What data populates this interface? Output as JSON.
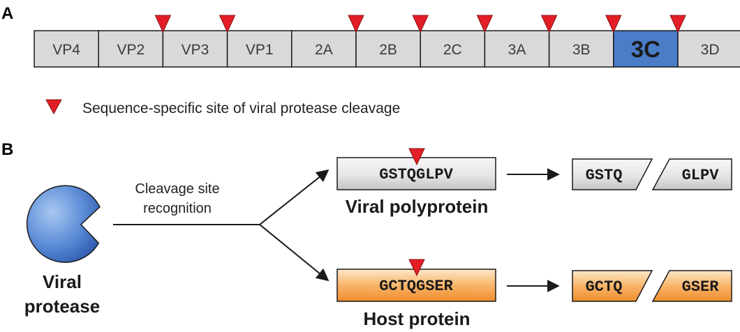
{
  "panel_a": {
    "letter": "A",
    "segments": [
      {
        "label": "VP4",
        "highlight": false
      },
      {
        "label": "VP2",
        "highlight": false
      },
      {
        "label": "VP3",
        "highlight": false
      },
      {
        "label": "VP1",
        "highlight": false
      },
      {
        "label": "2A",
        "highlight": false
      },
      {
        "label": "2B",
        "highlight": false
      },
      {
        "label": "2C",
        "highlight": false
      },
      {
        "label": "3A",
        "highlight": false
      },
      {
        "label": "3B",
        "highlight": false
      },
      {
        "label": "3C",
        "highlight": true
      },
      {
        "label": "3D",
        "highlight": false
      }
    ],
    "cleavage_after_segments": [
      "VP2",
      "VP3",
      "2A",
      "2B",
      "2C",
      "3A",
      "3B",
      "3C"
    ],
    "legend_text": "Sequence-specific site of viral protease cleavage"
  },
  "panel_b": {
    "letter": "B",
    "enzyme_label_line1": "Viral",
    "enzyme_label_line2": "protease",
    "arrow_label_line1": "Cleavage site",
    "arrow_label_line2": "recognition",
    "viral": {
      "sequence": "GSTQGLPV",
      "label": "Viral polyprotein",
      "product_left": "GSTQ",
      "product_right": "GLPV"
    },
    "host": {
      "sequence": "GCTQGSER",
      "label": "Host protein",
      "product_left": "GCTQ",
      "product_right": "GSER"
    }
  },
  "colors": {
    "segment_fill": "#d9d9d9",
    "highlight_fill": "#4a7cc7",
    "cleavage_marker": "#e41e26",
    "enzyme": "#3f6fc0",
    "host_fill": "#f7a24a",
    "viral_fill": "#dedede"
  }
}
